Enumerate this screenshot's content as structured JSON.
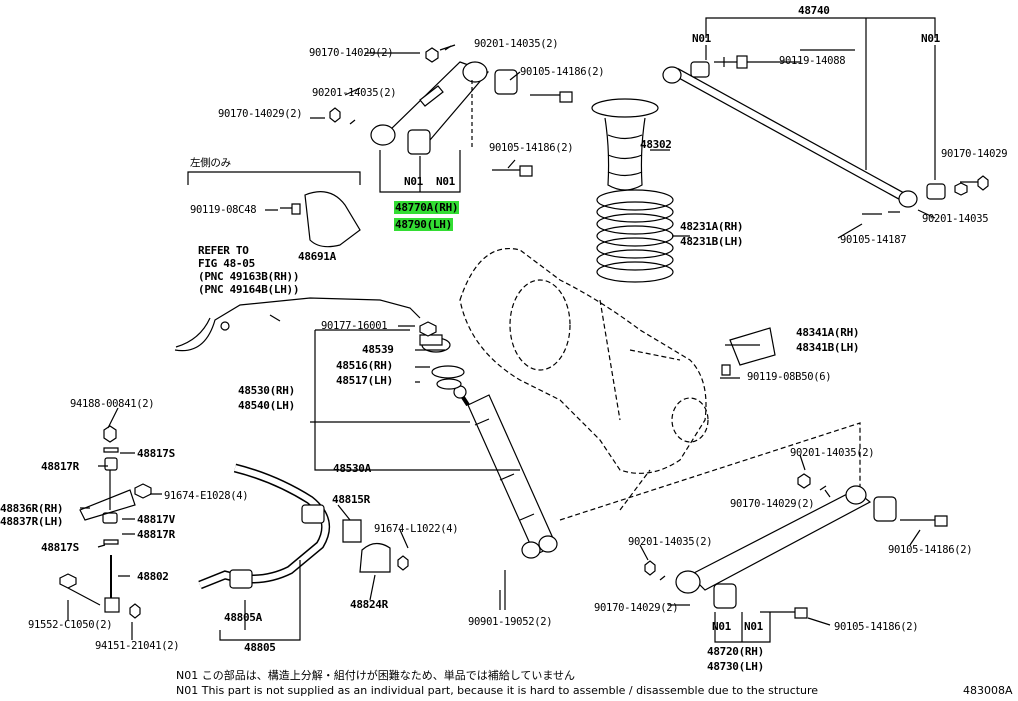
{
  "diagram_id": "483008A",
  "highlight_color": "#33dd33",
  "notes": {
    "jp": "N01  この部品は、構造上分解・組付けが困難なため、単品では補給していません",
    "en": "N01  This part is not supplied as an individual part, because it is hard to assemble / disassemble due to the structure"
  },
  "labels": {
    "p48740": "48740",
    "n01_a": "N01",
    "n01_b": "N01",
    "p90119_14088": "90119-14088",
    "p90170_14029_r": "90170-14029",
    "p90201_14035_r": "90201-14035",
    "p90105_14187": "90105-14187",
    "p90170_14029_2a": "90170-14029(2)",
    "p90201_14035_2a": "90201-14035(2)",
    "p90105_14186_2a": "90105-14186(2)",
    "p90201_14035_2b": "90201-14035(2)",
    "p90170_14029_2b": "90170-14029(2)",
    "p90105_14186_2b": "90105-14186(2)",
    "p48302": "48302",
    "n01_c": "N01",
    "n01_d": "N01",
    "p48770a": "48770A(RH)",
    "p48790": "48790(LH)",
    "left_only": "左側のみ",
    "p90119_08c48": "90119-08C48",
    "p48691a": "48691A",
    "p48231a": "48231A(RH)",
    "p48231b": "48231B(LH)",
    "refer1": "REFER TO",
    "refer2": "FIG 48-05",
    "refer3": "(PNC 49163B(RH))",
    "refer4": "(PNC 49164B(LH))",
    "p90177_16001": "90177-16001",
    "p48539": "48539",
    "p48516": "48516(RH)",
    "p48517": "48517(LH)",
    "p48530": "48530(RH)",
    "p48540": "48540(LH)",
    "p48341a": "48341A(RH)",
    "p48341b": "48341B(LH)",
    "p90119_08b50": "90119-08B50(6)",
    "p94188": "94188-00841(2)",
    "p48817s_a": "48817S",
    "p48817r_a": "48817R",
    "p48836r": "48836R(RH)",
    "p48837r": "48837R(LH)",
    "p48817v": "48817V",
    "p48817r_b": "48817R",
    "p48817s_b": "48817S",
    "p48802": "48802",
    "p91552": "91552-C1050(2)",
    "p94151": "94151-21041(2)",
    "p91674_e": "91674-E1028(4)",
    "p48815r": "48815R",
    "p91674_l": "91674-L1022(4)",
    "p48824r": "48824R",
    "p48805a": "48805A",
    "p48805": "48805",
    "p48530a": "48530A",
    "p90901": "90901-19052(2)",
    "p90201_14035_2c": "90201-14035(2)",
    "p90170_14029_2c": "90170-14029(2)",
    "p90105_14186_2c": "90105-14186(2)",
    "p90201_14035_2d": "90201-14035(2)",
    "p90170_14029_2d": "90170-14029(2)",
    "p90105_14186_2d": "90105-14186(2)",
    "n01_e": "N01",
    "n01_f": "N01",
    "p48720": "48720(RH)",
    "p48730": "48730(LH)"
  }
}
